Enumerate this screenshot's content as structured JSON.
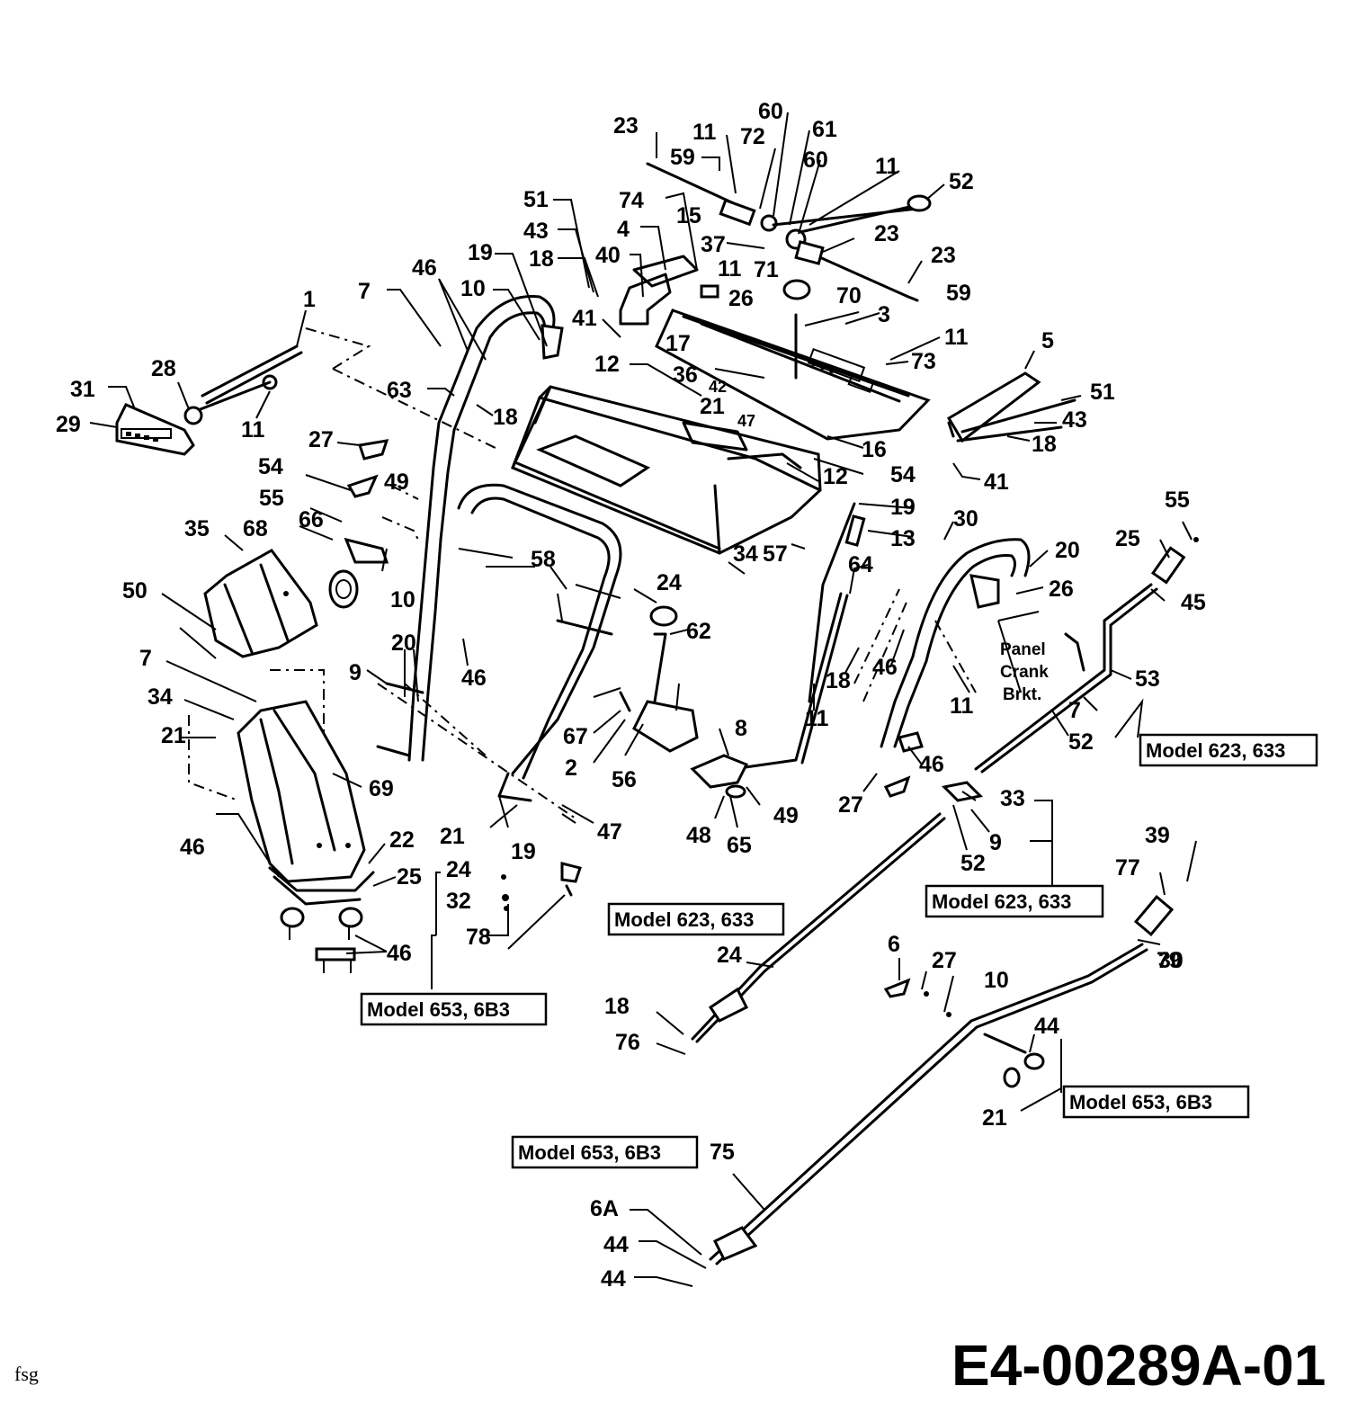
{
  "drawing_number": "E4-00289A-01",
  "corner_mark": "fsg",
  "panel_label": [
    "Panel",
    "Crank",
    "Brkt."
  ],
  "model_boxes": [
    {
      "text": "Model 623, 633"
    },
    {
      "text": "Model 623, 633"
    },
    {
      "text": "Model 623, 633"
    },
    {
      "text": "Model 653, 6B3"
    },
    {
      "text": "Model 653, 6B3"
    },
    {
      "text": "Model 653, 6B3"
    }
  ],
  "callouts": [
    "23",
    "11",
    "72",
    "60",
    "61",
    "60",
    "11",
    "52",
    "59",
    "51",
    "74",
    "15",
    "37",
    "23",
    "23",
    "43",
    "4",
    "18",
    "40",
    "71",
    "59",
    "19",
    "11",
    "26",
    "70",
    "46",
    "10",
    "7",
    "1",
    "41",
    "3",
    "11",
    "17",
    "5",
    "12",
    "36",
    "42",
    "73",
    "51",
    "28",
    "63",
    "21",
    "47",
    "43",
    "31",
    "18",
    "16",
    "29",
    "11",
    "27",
    "18",
    "12",
    "54",
    "41",
    "54",
    "49",
    "55",
    "57",
    "19",
    "30",
    "55",
    "34",
    "68",
    "66",
    "25",
    "35",
    "13",
    "58",
    "64",
    "20",
    "10",
    "26",
    "24",
    "45",
    "50",
    "62",
    "46",
    "20",
    "Panel",
    "7",
    "9",
    "46",
    "18",
    "Crank",
    "53",
    "Brkt.",
    "11",
    "34",
    "11",
    "21",
    "7",
    "67",
    "8",
    "52",
    "2",
    "56",
    "46",
    "69",
    "27",
    "33",
    "49",
    "65",
    "48",
    "47",
    "21",
    "9",
    "46",
    "22",
    "52",
    "19",
    "39",
    "30",
    "24",
    "77",
    "25",
    "32",
    "78",
    "79",
    "24",
    "6",
    "27",
    "46",
    "10",
    "18",
    "44",
    "76",
    "21",
    "75",
    "6A",
    "44",
    "44",
    "23"
  ]
}
